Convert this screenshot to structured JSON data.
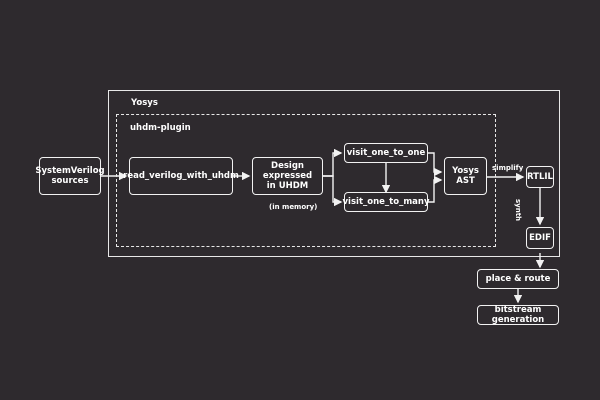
{
  "containers": {
    "yosys_label": "Yosys",
    "plugin_label": "uhdm-plugin"
  },
  "nodes": {
    "systemverilog": [
      "SystemVerilog",
      "sources"
    ],
    "read_verilog": "read_verilog_with_uhdm",
    "design_uhdm": [
      "Design expressed",
      "in UHDM"
    ],
    "visit_one_to_one": "visit_one_to_one",
    "visit_one_to_many": "visit_one_to_many",
    "yosys_ast": "Yosys AST",
    "rtlil": "RTLIL",
    "edif": "EDIF",
    "place_route": "place & route",
    "bitstream": "bitstream generation"
  },
  "annotations": {
    "in_memory": "(in memory)",
    "simplify": "simplify",
    "synth": "synth"
  },
  "colors": {
    "background": "#2e2a2e",
    "stroke": "#f2f2f2"
  }
}
